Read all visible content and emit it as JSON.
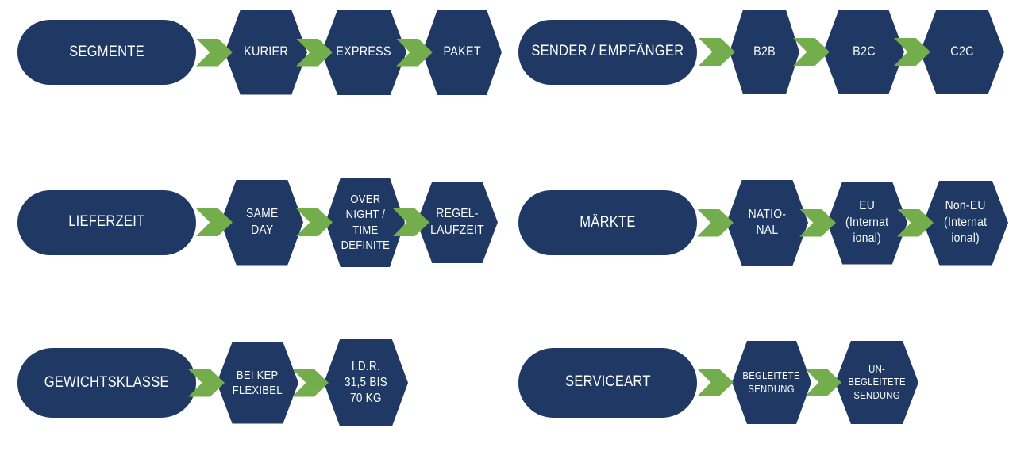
{
  "colors": {
    "shape_navy": "#1f3864",
    "arrow_green": "#74ad4b",
    "text": "#fdfdfd",
    "background": "#ffffff"
  },
  "diagram": {
    "description": "KEP market segmentation flow diagram",
    "chains": [
      {
        "id": "segmente",
        "pill": "SEGMENTE",
        "hexes": [
          "KURIER",
          "EXPRESS",
          "PAKET"
        ]
      },
      {
        "id": "sender-empfaenger",
        "pill": "SENDER / EMPFÄNGER",
        "hexes": [
          "B2B",
          "B2C",
          "C2C"
        ]
      },
      {
        "id": "lieferzeit",
        "pill": "LIEFERZEIT",
        "hexes": [
          "SAME\nDAY",
          "OVER\nNIGHT /\nTIME\nDEFINITE",
          "REGEL-\nLAUFZEIT"
        ]
      },
      {
        "id": "maerkte",
        "pill": "MÄRKTE",
        "hexes": [
          "NATIO-\nNAL",
          "EU\n(Internat\nional)",
          "Non-EU\n(Internat\nional)"
        ]
      },
      {
        "id": "gewichtsklasse",
        "pill": "GEWICHTSKLASSE",
        "hexes": [
          "BEI KEP\nFLEXIBEL",
          "I.D.R.\n31,5 BIS\n70 KG"
        ]
      },
      {
        "id": "serviceart",
        "pill": "SERVICEART",
        "hexes": [
          "BEGLEITETE\nSENDUNG",
          "UN-\nBEGLEITETE\nSENDUNG"
        ]
      }
    ]
  }
}
